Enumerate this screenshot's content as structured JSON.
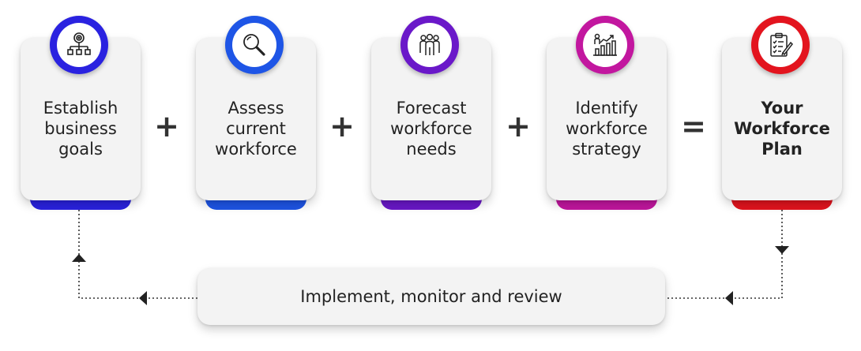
{
  "steps": [
    {
      "label": "Establish\nbusiness\ngoals",
      "icon": "goal-hierarchy-icon",
      "color": "#2a22e0",
      "bold": false
    },
    {
      "label": "Assess\ncurrent\nworkforce",
      "icon": "magnifier-icon",
      "color": "#1e55e6",
      "bold": false
    },
    {
      "label": "Forecast\nworkforce\nneeds",
      "icon": "team-group-icon",
      "color": "#6a18c9",
      "bold": false
    },
    {
      "label": "Identify\nworkforce\nstrategy",
      "icon": "growth-chart-icon",
      "color": "#c2179f",
      "bold": false
    },
    {
      "label": "Your\nWorkforce\nPlan",
      "icon": "checklist-icon",
      "color": "#e3141e",
      "bold": true
    }
  ],
  "operators": [
    "+",
    "+",
    "+",
    "="
  ],
  "review": {
    "label": "Implement, monitor and review"
  }
}
